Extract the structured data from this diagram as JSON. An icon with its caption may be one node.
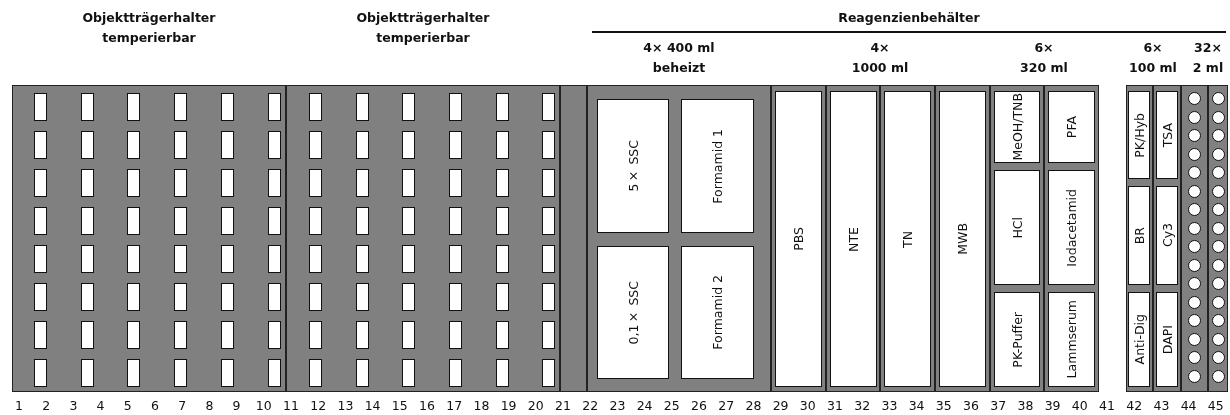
{
  "diagram": {
    "nodes": [
      {
        "text": [
          "5× SSC"
        ]
      },
      {
        "text": [
          "0,1× SSC"
        ]
      },
      {
        "text": [
          "Formamid 1"
        ]
      },
      {
        "text": [
          "Formamid 2"
        ]
      },
      {
        "text": [
          "PBS"
        ]
      },
      {
        "text": [
          "NTE"
        ]
      },
      {
        "text": [
          "TN"
        ]
      },
      {
        "text": [
          "MWB"
        ]
      },
      {
        "text": [
          "MeOH/TNB"
        ]
      },
      {
        "text": [
          "HCl"
        ]
      },
      {
        "text": [
          "PK-Puffer"
        ]
      },
      {
        "text": [
          "PFA"
        ]
      },
      {
        "text": [
          "Iodacetamid"
        ]
      },
      {
        "text": [
          "Lammserum"
        ]
      },
      {
        "text": [
          "PK/Hyb"
        ]
      },
      {
        "text": [
          "BR"
        ]
      },
      {
        "text": [
          "Anti-Dig"
        ]
      },
      {
        "text": [
          "TSA"
        ]
      },
      {
        "text": [
          "Cy3"
        ]
      },
      {
        "text": [
          "DAPI"
        ]
      }
    ],
    "labels": [
      "Objektträgerhalter temperierbar",
      "Objektträgerhalter temperierbar",
      "Reagenzienbehälter",
      "4× 400 ml beheizt",
      "4× 1000 ml",
      "6× 320 ml",
      "6× 100 ml",
      "32× 2 ml",
      "1",
      "2",
      "3",
      "4",
      "5",
      "6",
      "7",
      "8",
      "9",
      "10",
      "11",
      "12",
      "13",
      "14",
      "15",
      "16",
      "17",
      "18",
      "19",
      "20",
      "21",
      "22",
      "23",
      "24",
      "25",
      "26",
      "27",
      "28",
      "29",
      "30",
      "31",
      "32",
      "33",
      "34",
      "35",
      "36",
      "37",
      "38",
      "39",
      "40",
      "41",
      "42",
      "43",
      "44",
      "45"
    ]
  }
}
